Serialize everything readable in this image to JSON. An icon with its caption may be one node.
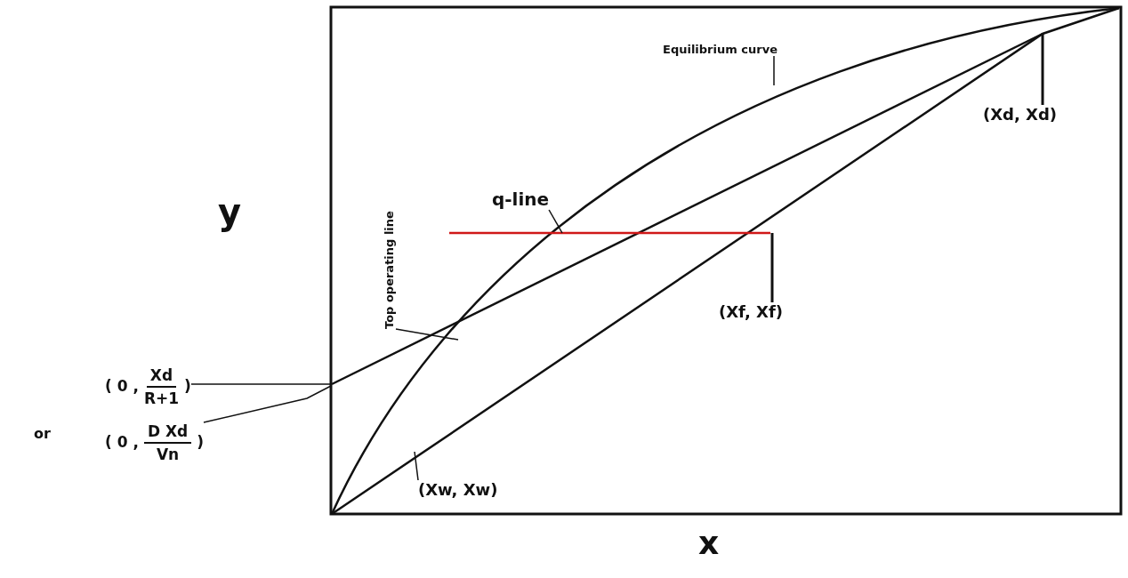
{
  "diagram": {
    "nodes": [
      {
        "text": [
          "Equilibrium curve"
        ]
      },
      {
        "text": [
          "q-line"
        ]
      },
      {
        "text": [
          "Top operating line"
        ]
      },
      {
        "text": [
          "(Xd, Xd)"
        ]
      },
      {
        "text": [
          "(Xf, Xf)"
        ]
      },
      {
        "text": [
          "(Xw, Xw)"
        ]
      },
      {
        "text": [
          "( 0 ,",
          "Xd",
          "R+1",
          ")"
        ]
      },
      {
        "text": [
          "( 0 ,",
          "D Xd",
          "Vn",
          ")"
        ]
      }
    ],
    "edges": [
      {
        "from": 0,
        "to": null,
        "arrow": "none"
      },
      {
        "from": 1,
        "to": null,
        "arrow": "none"
      },
      {
        "from": 2,
        "to": null,
        "arrow": "none"
      },
      {
        "from": 3,
        "to": null,
        "arrow": "none"
      },
      {
        "from": 4,
        "to": null,
        "arrow": "none"
      },
      {
        "from": 5,
        "to": null,
        "arrow": "none"
      },
      {
        "from": 6,
        "to": null,
        "arrow": "none"
      },
      {
        "from": 7,
        "to": null,
        "arrow": "none"
      }
    ],
    "labels": [
      "y",
      "or",
      "x"
    ]
  }
}
